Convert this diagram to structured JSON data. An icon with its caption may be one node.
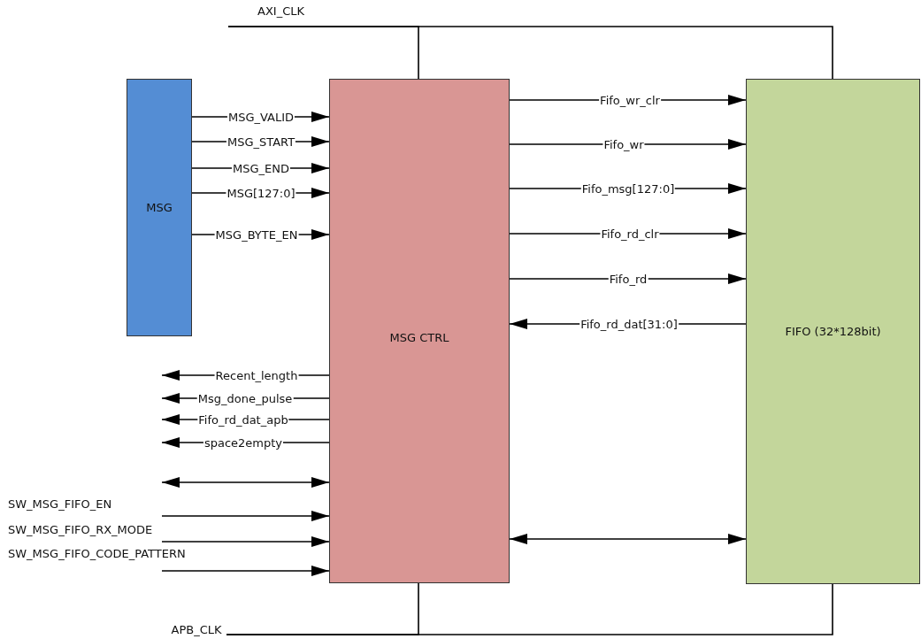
{
  "diagram": {
    "nodes": [
      {
        "text": [
          "MSG"
        ]
      },
      {
        "text": [
          "MSG CTRL"
        ]
      },
      {
        "text": [
          "FIFO (32*128bit)"
        ]
      },
      {
        "text": [
          "AXI_CLK"
        ]
      },
      {
        "text": [
          "APB_CLK"
        ]
      }
    ],
    "edges": [
      {
        "from": 0,
        "to": 1,
        "arrow": "to",
        "label": "MSG_VALID"
      },
      {
        "from": 0,
        "to": 1,
        "arrow": "to",
        "label": "MSG_START"
      },
      {
        "from": 0,
        "to": 1,
        "arrow": "to",
        "label": "MSG_END"
      },
      {
        "from": 0,
        "to": 1,
        "arrow": "to",
        "label": "MSG[127:0]"
      },
      {
        "from": 0,
        "to": 1,
        "arrow": "to",
        "label": "MSG_BYTE_EN"
      },
      {
        "from": 1,
        "to": 2,
        "arrow": "to",
        "label": "Fifo_wr_clr"
      },
      {
        "from": 1,
        "to": 2,
        "arrow": "to",
        "label": "Fifo_wr"
      },
      {
        "from": 1,
        "to": 2,
        "arrow": "to",
        "label": "Fifo_msg[127:0]"
      },
      {
        "from": 1,
        "to": 2,
        "arrow": "to",
        "label": "Fifo_rd_clr"
      },
      {
        "from": 1,
        "to": 2,
        "arrow": "to",
        "label": "Fifo_rd"
      },
      {
        "from": 2,
        "to": 1,
        "arrow": "to",
        "label": "Fifo_rd_dat[31:0]"
      },
      {
        "from": 1,
        "to": null,
        "arrow": "to",
        "label": "Recent_length"
      },
      {
        "from": 1,
        "to": null,
        "arrow": "to",
        "label": "Msg_done_pulse"
      },
      {
        "from": 1,
        "to": null,
        "arrow": "to",
        "label": "Fifo_rd_dat_apb"
      },
      {
        "from": 1,
        "to": null,
        "arrow": "to",
        "label": "space2empty"
      },
      {
        "from": null,
        "to": 1,
        "arrow": "both"
      },
      {
        "from": null,
        "to": 1,
        "arrow": "to",
        "label": "SW_MSG_FIFO_EN"
      },
      {
        "from": null,
        "to": 1,
        "arrow": "to",
        "label": "SW_MSG_FIFO_RX_MODE"
      },
      {
        "from": null,
        "to": 1,
        "arrow": "to",
        "label": "SW_MSG_FIFO_CODE_PATTERN"
      },
      {
        "from": 1,
        "to": 2,
        "arrow": "both"
      },
      {
        "from": 3,
        "to": 1,
        "arrow": "none"
      },
      {
        "from": 3,
        "to": 2,
        "arrow": "none"
      },
      {
        "from": 4,
        "to": 1,
        "arrow": "none"
      },
      {
        "from": 4,
        "to": 2,
        "arrow": "none"
      }
    ]
  }
}
